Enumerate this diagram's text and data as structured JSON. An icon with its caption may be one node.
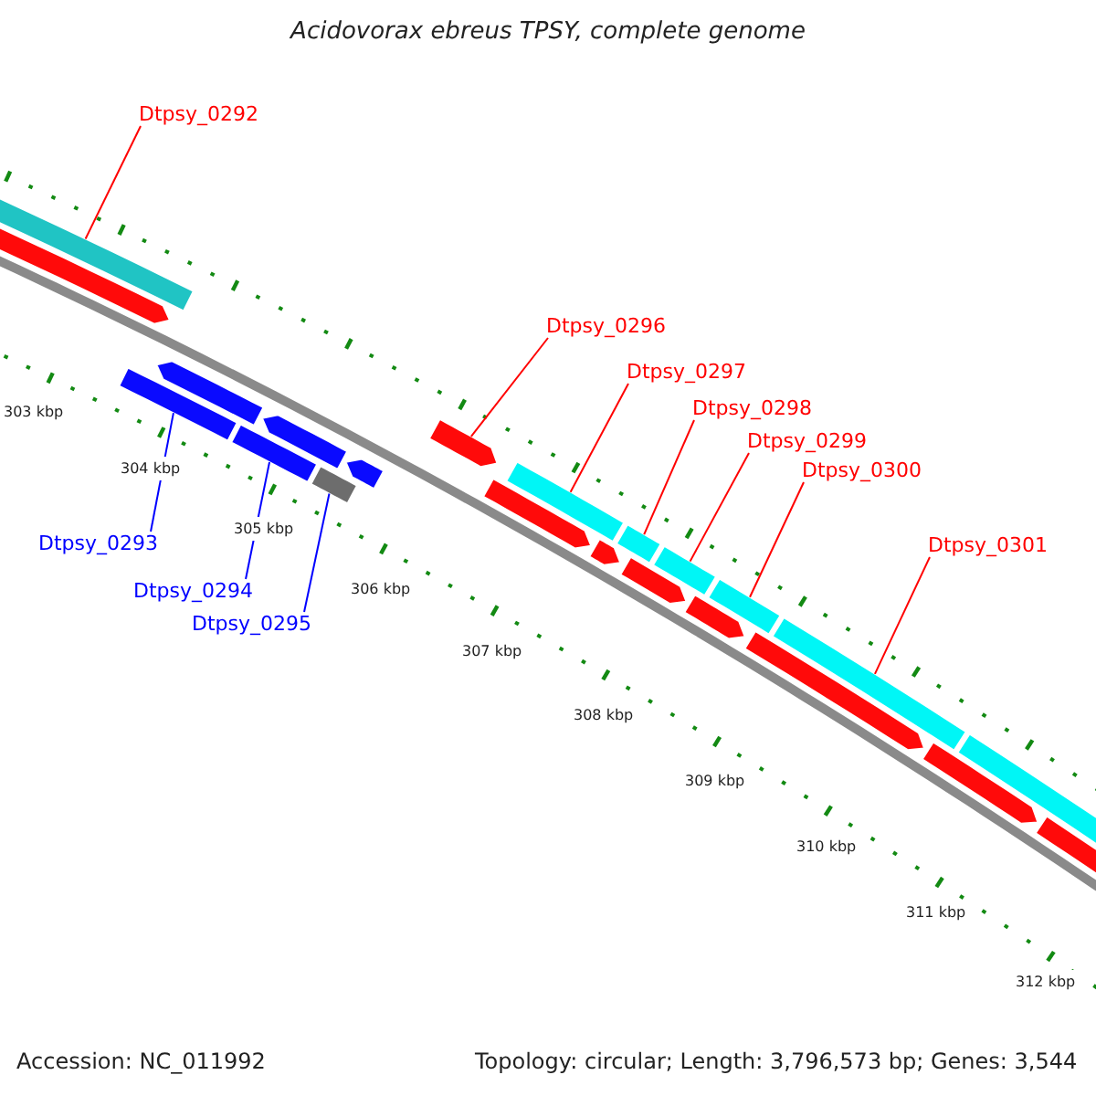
{
  "diagram": {
    "title": "Acidovorax ebreus TPSY, complete genome",
    "nodes": [
      {
        "text": [
          "Dtpsy_0292"
        ]
      },
      {
        "text": [
          "Dtpsy_0293"
        ]
      },
      {
        "text": [
          "Dtpsy_0294"
        ]
      },
      {
        "text": [
          "Dtpsy_0295"
        ]
      },
      {
        "text": [
          "Dtpsy_0296"
        ]
      },
      {
        "text": [
          "Dtpsy_0297"
        ]
      },
      {
        "text": [
          "Dtpsy_0298"
        ]
      },
      {
        "text": [
          "Dtpsy_0299"
        ]
      },
      {
        "text": [
          "Dtpsy_0300"
        ]
      },
      {
        "text": [
          "Dtpsy_0301"
        ]
      },
      {
        "text": [],
        "shape": "bar"
      },
      {
        "text": [],
        "shape": "bar"
      },
      {
        "text": [],
        "shape": "bar"
      },
      {
        "text": [],
        "shape": "bar"
      },
      {
        "text": [],
        "shape": "bar"
      },
      {
        "text": [],
        "shape": "bar"
      },
      {
        "text": [],
        "shape": "bar"
      },
      {
        "text": [],
        "shape": "bar"
      },
      {
        "text": [],
        "shape": "bar"
      },
      {
        "text": [],
        "shape": "bar"
      }
    ],
    "edges": [
      {
        "from": 0,
        "to": 10,
        "arrow": "none"
      },
      {
        "from": 1,
        "to": 11,
        "arrow": "none",
        "color": "#0000ff"
      },
      {
        "from": 2,
        "to": 12,
        "arrow": "none",
        "color": "#0000ff"
      },
      {
        "from": 3,
        "to": 13,
        "arrow": "none",
        "color": "#0000ff"
      },
      {
        "from": 4,
        "to": 14,
        "arrow": "none"
      },
      {
        "from": 5,
        "to": 15,
        "arrow": "none"
      },
      {
        "from": 6,
        "to": 16,
        "arrow": "none"
      },
      {
        "from": 7,
        "to": 17,
        "arrow": "none"
      },
      {
        "from": 8,
        "to": 18,
        "arrow": "none"
      },
      {
        "from": 9,
        "to": 19,
        "arrow": "none"
      }
    ],
    "labels": [
      "303 kbp",
      "304 kbp",
      "305 kbp",
      "306 kbp",
      "307 kbp",
      "308 kbp",
      "309 kbp",
      "310 kbp",
      "311 kbp",
      "312 kbp",
      "Accession: NC_011992",
      "Topology: circular; Length: 3,796,573 bp; Genes: 3,544"
    ]
  }
}
